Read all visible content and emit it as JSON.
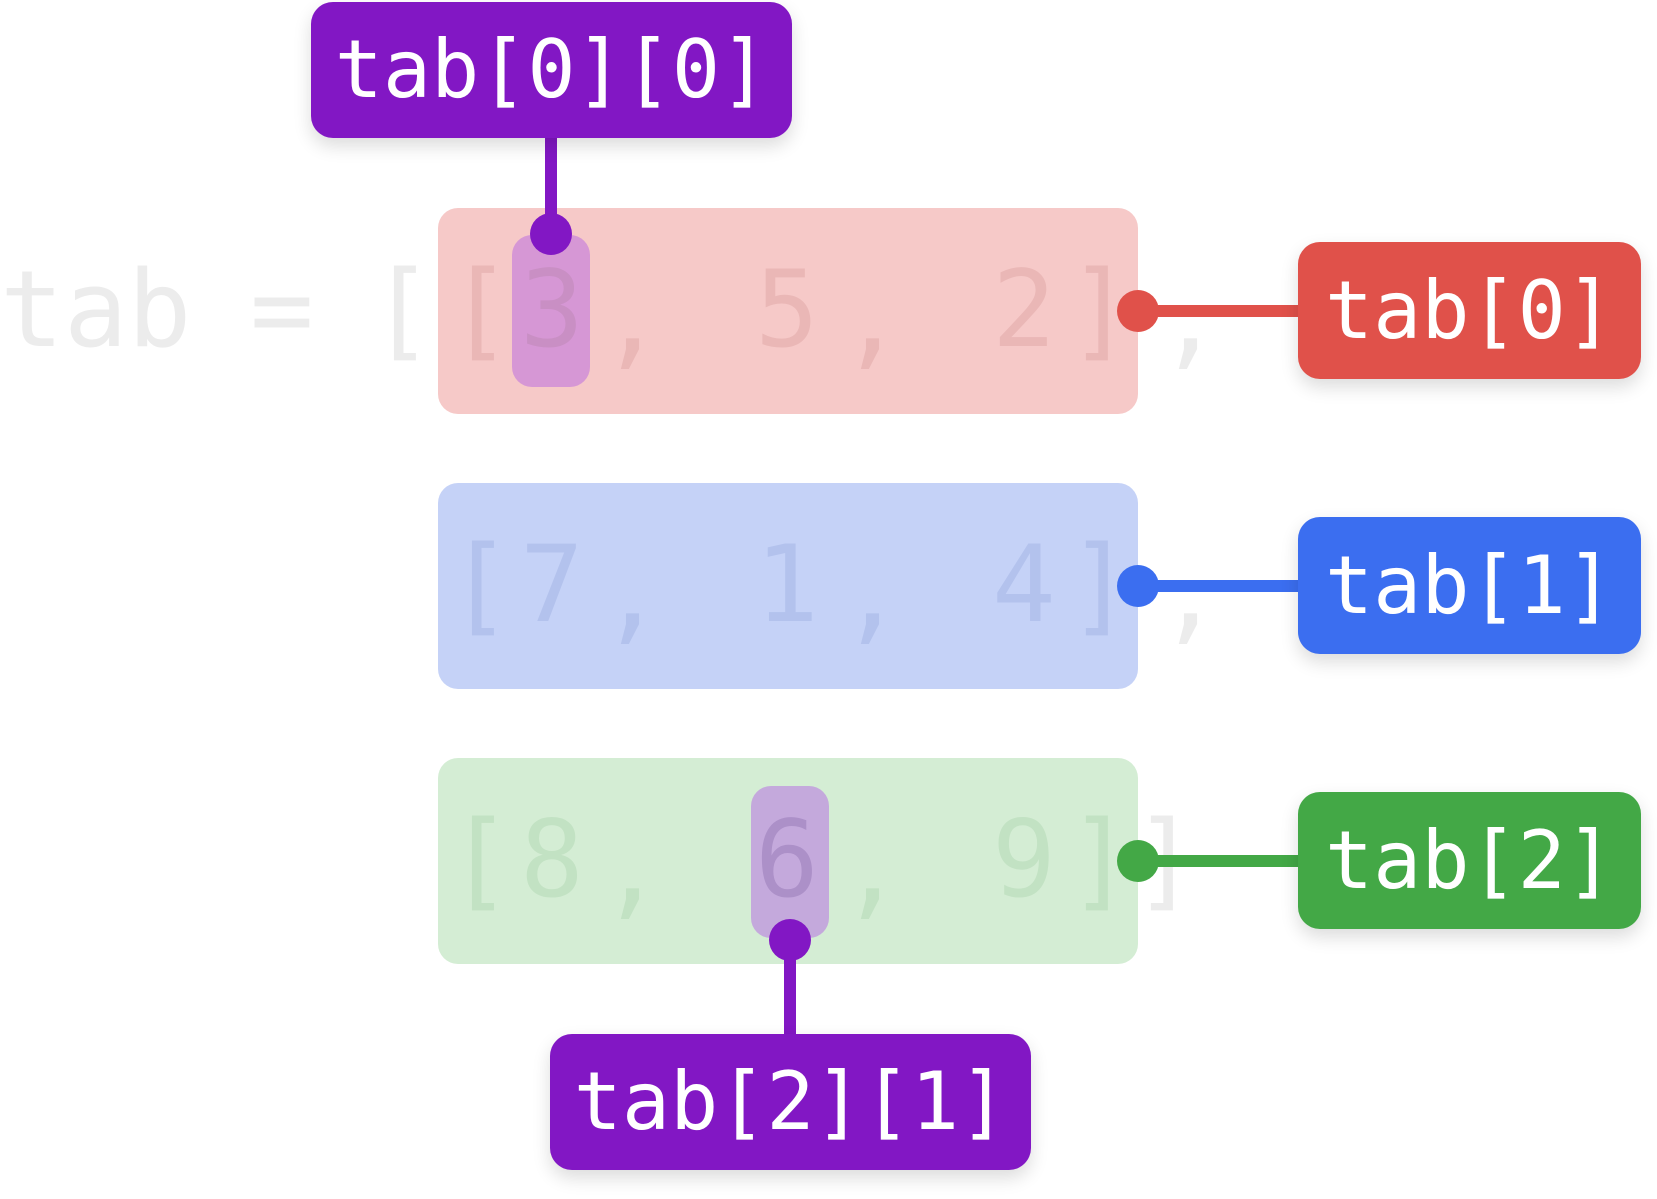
{
  "code": {
    "var": "tab",
    "eq": "=",
    "open_outer": "[",
    "close_outer": "]",
    "rows": [
      {
        "open": "[",
        "a": "3",
        "c1": ",",
        "b": "5",
        "c2": ",",
        "c": "2",
        "close": "]",
        "trail": ","
      },
      {
        "open": "[",
        "a": "7",
        "c1": ",",
        "b": "1",
        "c2": ",",
        "c": "4",
        "close": "]",
        "trail": ","
      },
      {
        "open": "[",
        "a": "8",
        "c1": ",",
        "b": "6",
        "c2": ",",
        "c": "9",
        "close": "]"
      }
    ]
  },
  "labels": {
    "row0": "tab[0]",
    "row1": "tab[1]",
    "row2": "tab[2]",
    "cell00": "tab[0][0]",
    "cell21": "tab[2][1]"
  },
  "colors": {
    "row0": "#e0514a",
    "row1": "#3b6ef0",
    "row2": "#43a846",
    "cell": "#8217c4"
  }
}
